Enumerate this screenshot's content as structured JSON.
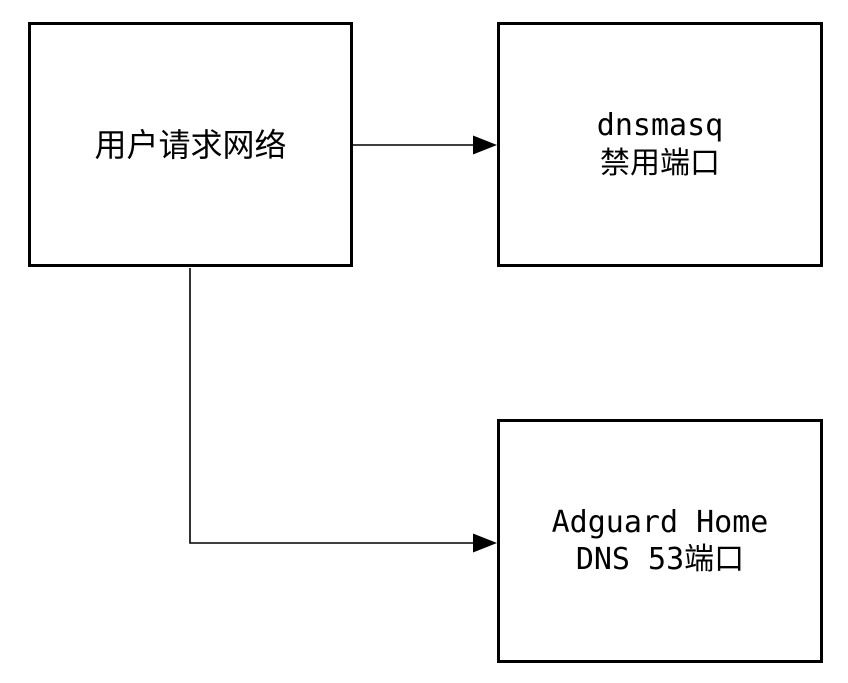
{
  "canvas": {
    "background": "#ffffff",
    "line_color": "#000000",
    "text_color": "#000000"
  },
  "diagram": {
    "nodes": [
      {
        "id": "user-request",
        "lines": [
          "用户请求网络"
        ]
      },
      {
        "id": "dnsmasq-disabled-port",
        "lines": [
          "dnsmasq",
          "禁用端口"
        ]
      },
      {
        "id": "adguard-home-dns",
        "lines": [
          "Adguard Home",
          "DNS 53端口"
        ]
      }
    ],
    "edges": [
      {
        "from": "user-request",
        "to": "dnsmasq-disabled-port",
        "type": "straight-arrow"
      },
      {
        "from": "user-request",
        "to": "adguard-home-dns",
        "type": "elbow-arrow"
      }
    ]
  }
}
